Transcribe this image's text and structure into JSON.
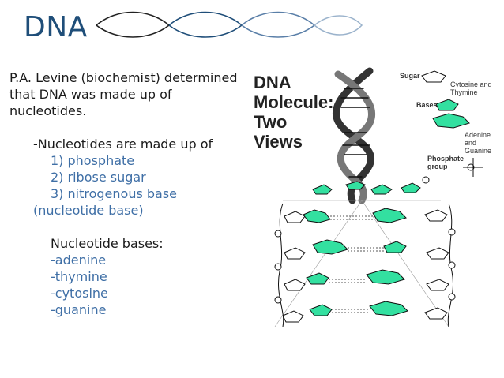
{
  "slide": {
    "title": "DNA",
    "intro": "P.A. Levine (biochemist) determined that DNA was made up of nucleotides.",
    "nucleotides_heading": "-Nucleotides are made up of",
    "components": [
      "1) phosphate",
      "2) ribose sugar",
      "3) nitrogenous base"
    ],
    "base_note": "(nucleotide base)",
    "bases_heading": "Nucleotide bases:",
    "bases": [
      "-adenine",
      "-thymine",
      "-cytosine",
      "-guanine"
    ]
  },
  "figure": {
    "title_lines": [
      "DNA",
      "Molecule:",
      "Two",
      "Views"
    ],
    "legend": {
      "sugar": "Sugar",
      "cyt_thy": [
        "Cytosine and",
        "Thymine"
      ],
      "bases": "Bases",
      "ade_gua": [
        "Adenine and",
        "Guanine"
      ],
      "phosphate": [
        "Phosphate",
        "group"
      ]
    }
  },
  "colors": {
    "title": "#1f4e79",
    "list_blue": "#3f6fa6",
    "base_green": "#33e0a0"
  }
}
